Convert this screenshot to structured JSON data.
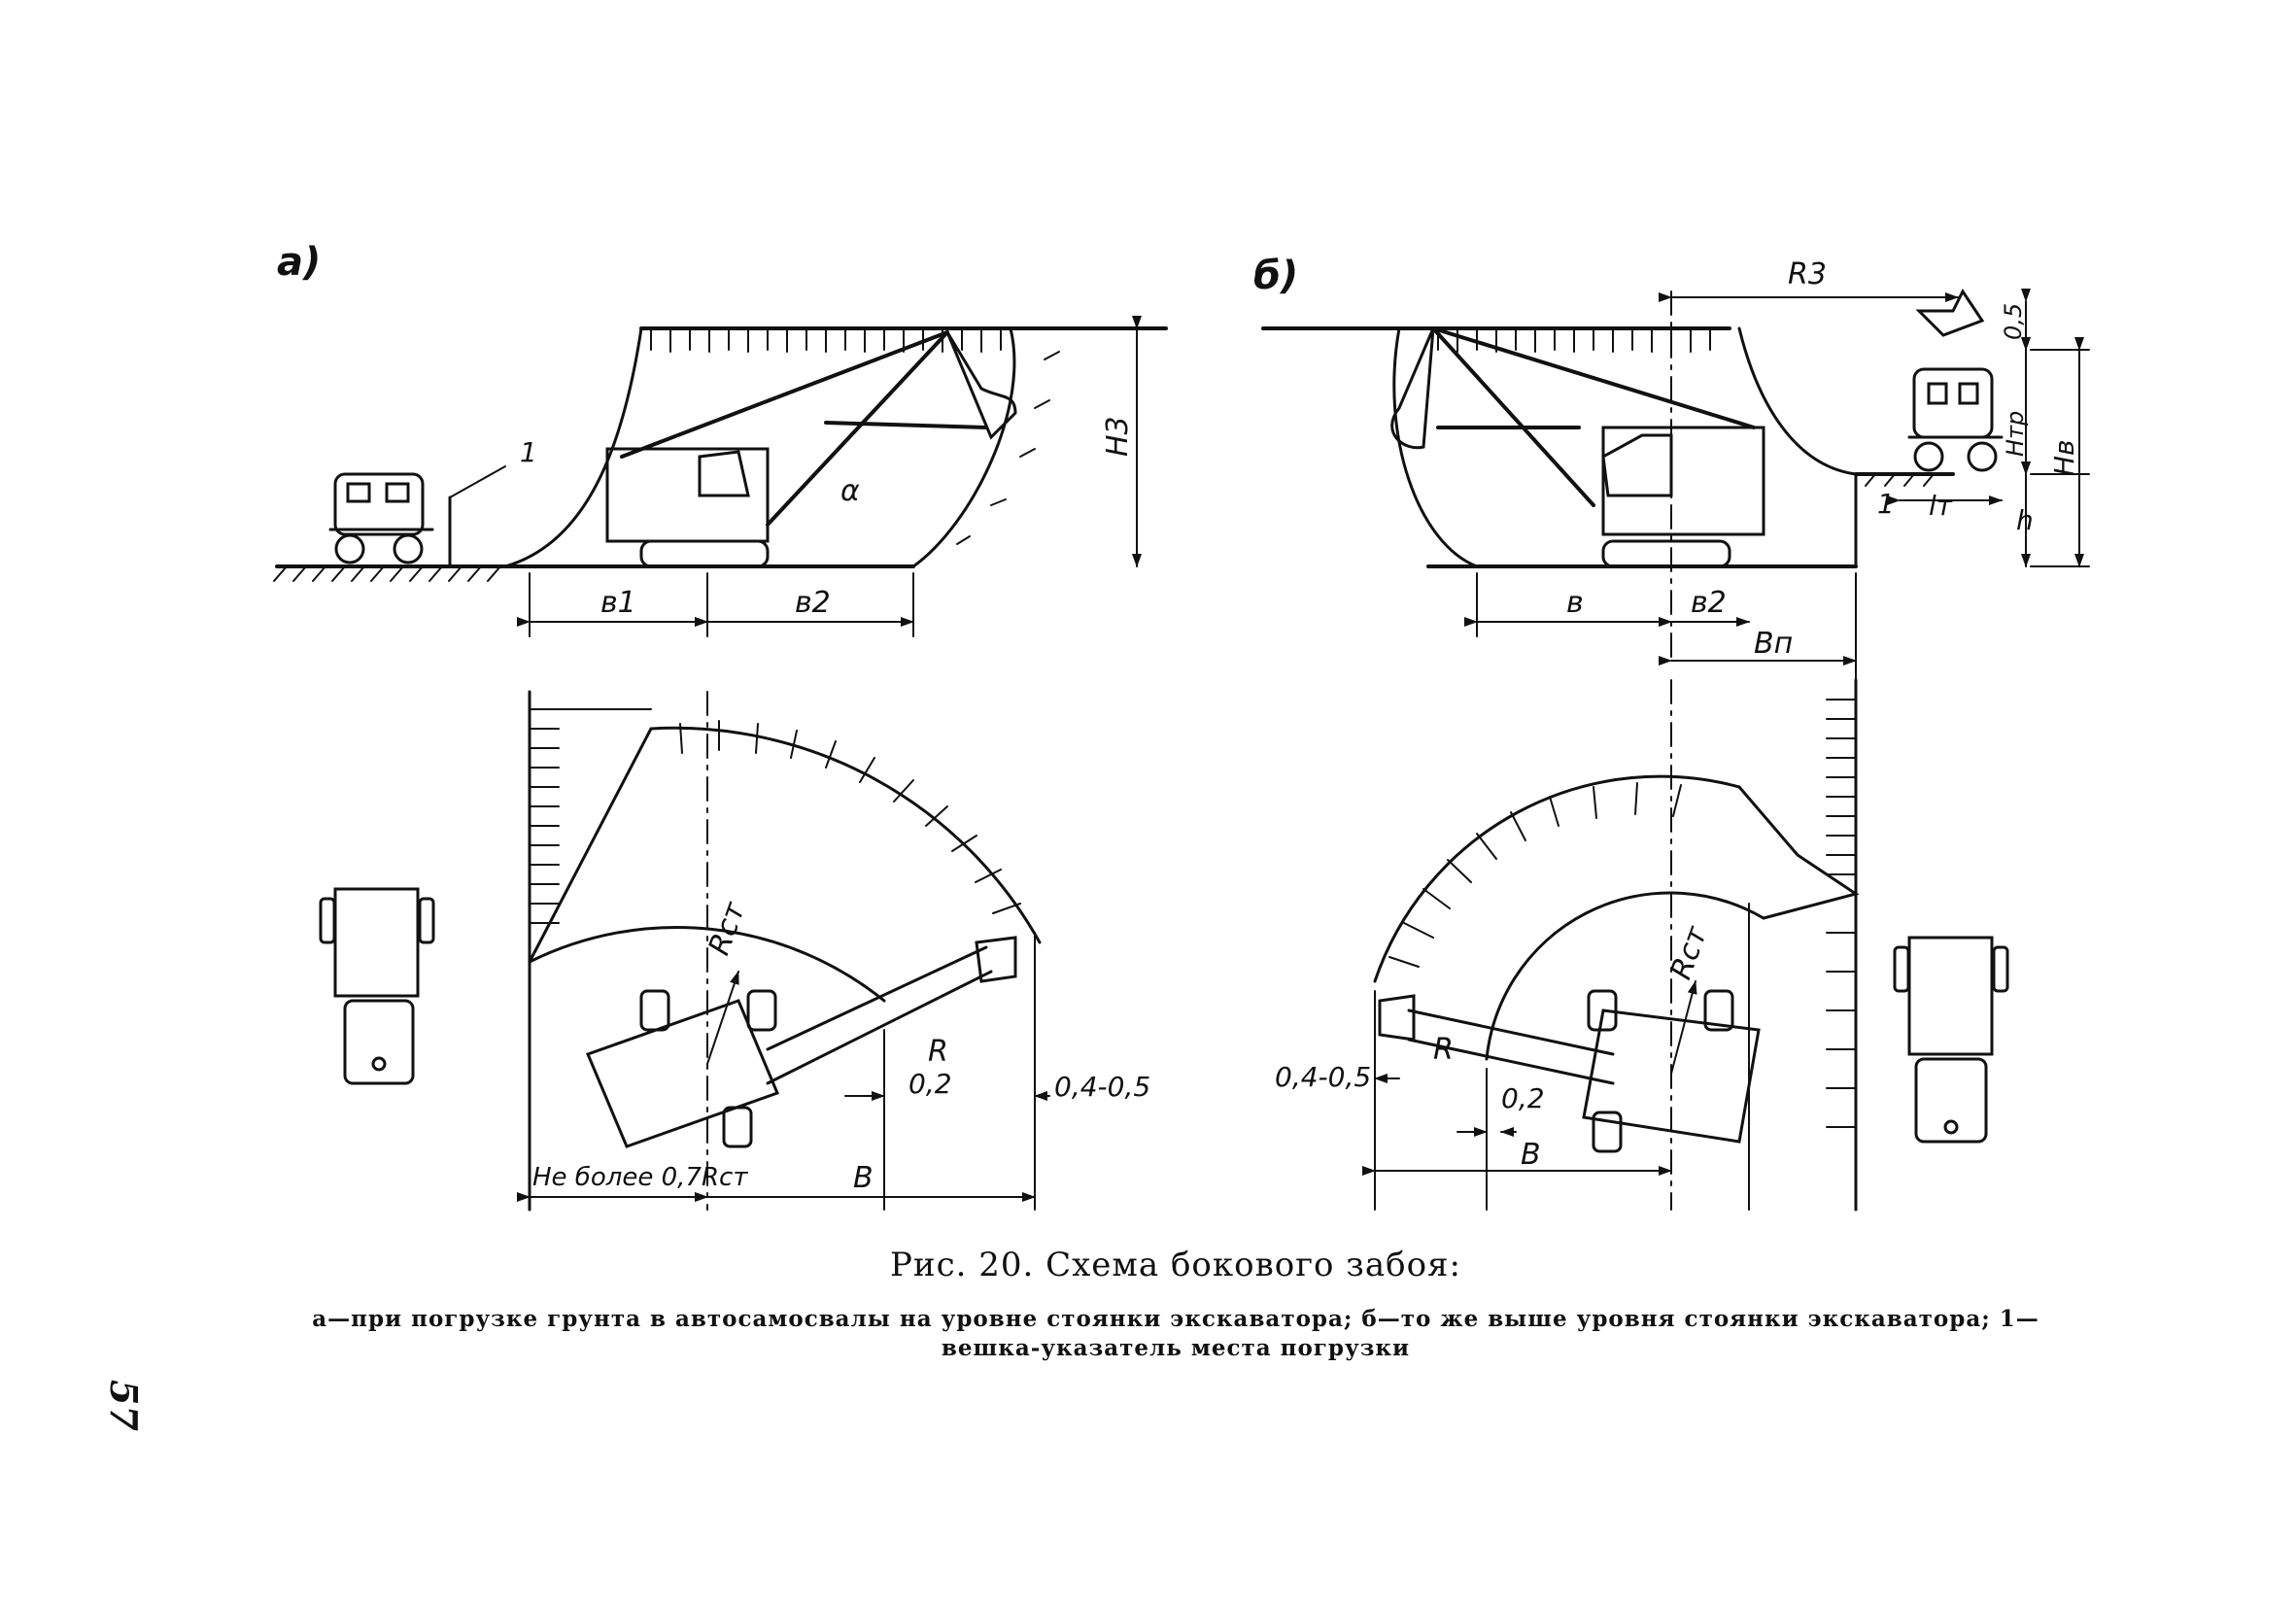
{
  "panels": {
    "a": {
      "label": "а)"
    },
    "b": {
      "label": "б)"
    }
  },
  "labels_a": {
    "marker": "1",
    "b1": "в1",
    "b2": "в2",
    "h3": "Н3",
    "alpha": "α",
    "rcm": "Rст",
    "r": "R",
    "d02": "0,2",
    "d0405": "0,4-0,5",
    "not_more": "Не более 0,7Rст",
    "B": "В"
  },
  "labels_b": {
    "r3": "R3",
    "d05": "0,5",
    "htr": "Нтр",
    "hv": "Нв",
    "h": "h",
    "one": "1",
    "lm": "lт",
    "b": "в",
    "b2": "в2",
    "bn": "Вп",
    "rcm": "Rст",
    "r": "R",
    "d0405": "0,4-0,5",
    "d02": "0,2",
    "B": "В"
  },
  "caption": {
    "title": "Рис. 20. Схема бокового забоя:",
    "line1": "а—при погрузке грунта в автосамосвалы на уровне стоянки экскаватора; б—то же выше уровня стоянки экскаватора; 1—",
    "line2": "вешка-указатель места погрузки"
  },
  "page_number": "57"
}
